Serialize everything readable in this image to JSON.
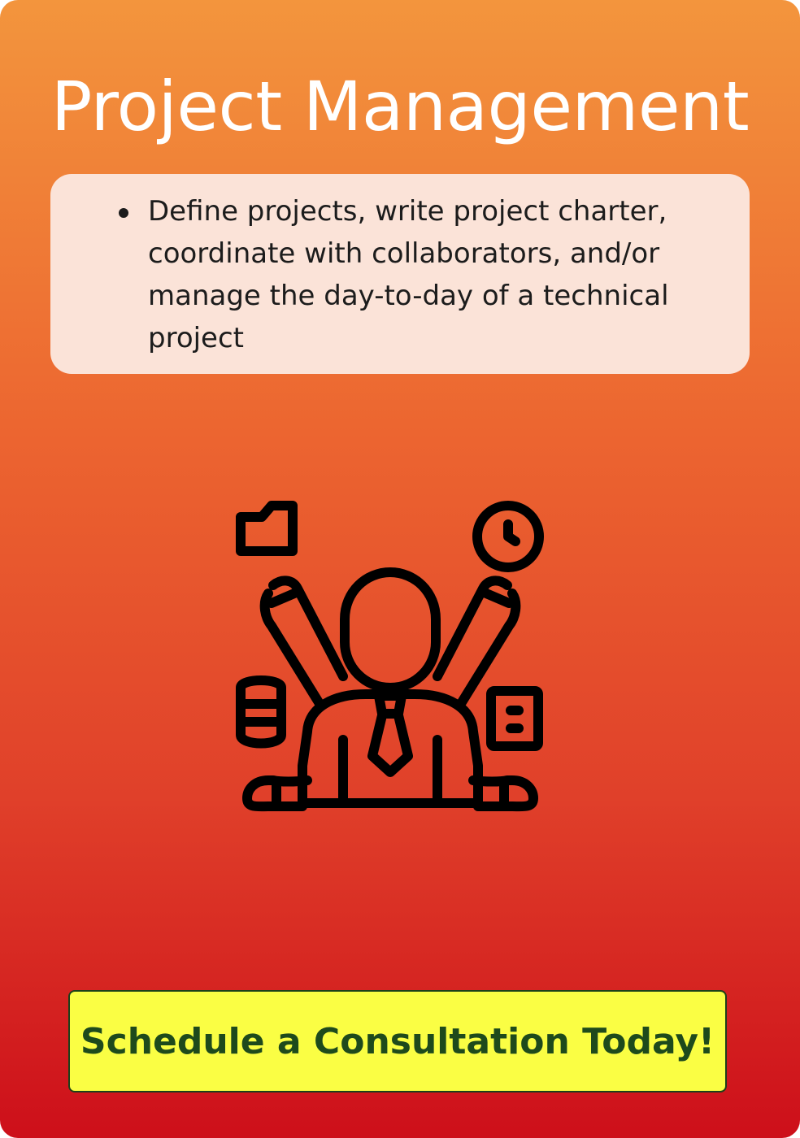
{
  "card": {
    "title": "Project Management",
    "bullets": [
      "Define projects, write project charter, coordinate with collaborators, and/or manage the day-to-day of a technical project"
    ],
    "illustration_icon": "multitasking-manager-icon",
    "cta_label": "Schedule a Consultation Today!"
  },
  "colors": {
    "gradient_top": "#f3953d",
    "gradient_bottom": "#cd0f1a",
    "description_box": "#fbe3d8",
    "cta_background": "#fafe44",
    "cta_text": "#1e4a1c"
  }
}
